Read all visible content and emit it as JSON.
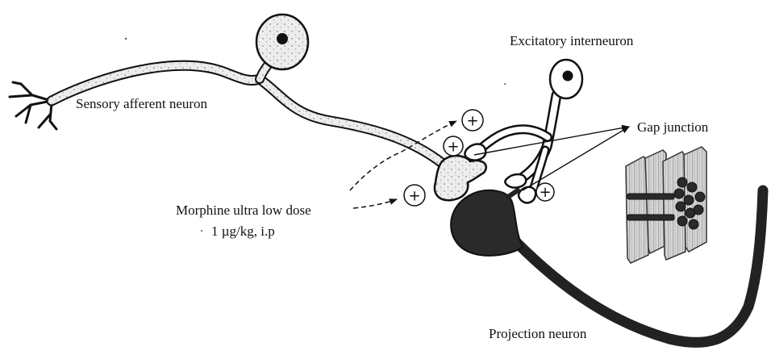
{
  "labels": {
    "sensory": "Sensory afferent neuron",
    "excitatory": "Excitatory interneuron",
    "gap_junction": "Gap junction",
    "morphine_line1": "Morphine ultra low dose",
    "morphine_line2": "1 µg/kg, i.p",
    "projection": "Projection neuron"
  },
  "plus_symbol": "+",
  "colors": {
    "ink": "#111111",
    "neuron_fill": "#ececec",
    "projection_fill": "#2a2a2a",
    "background": "#ffffff"
  }
}
